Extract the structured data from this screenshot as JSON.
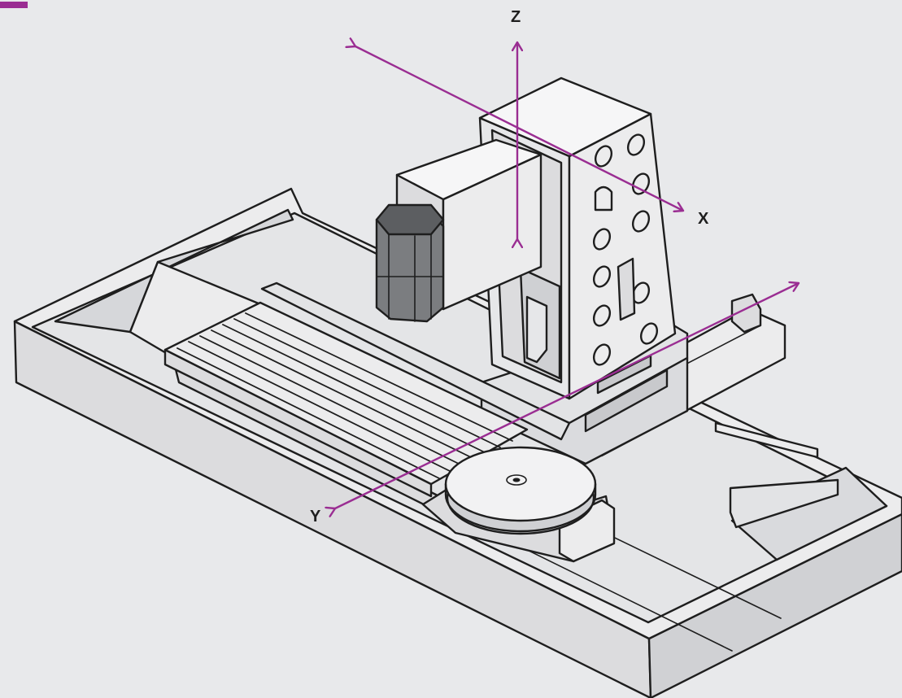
{
  "colors": {
    "background": "#e8e9eb",
    "outline": "#1e1e1e",
    "surface": "#ececed",
    "surface_light": "#f6f6f7",
    "surface_mid": "#dcdcde",
    "surface_dark": "#c8c9cc",
    "motor_dark": "#5c5e61",
    "motor_mid": "#7b7d80",
    "axis": "#9a2d92"
  },
  "axes": [
    {
      "id": "z",
      "label": "Z"
    },
    {
      "id": "x",
      "label": "X"
    },
    {
      "id": "y",
      "label": "Y"
    }
  ]
}
